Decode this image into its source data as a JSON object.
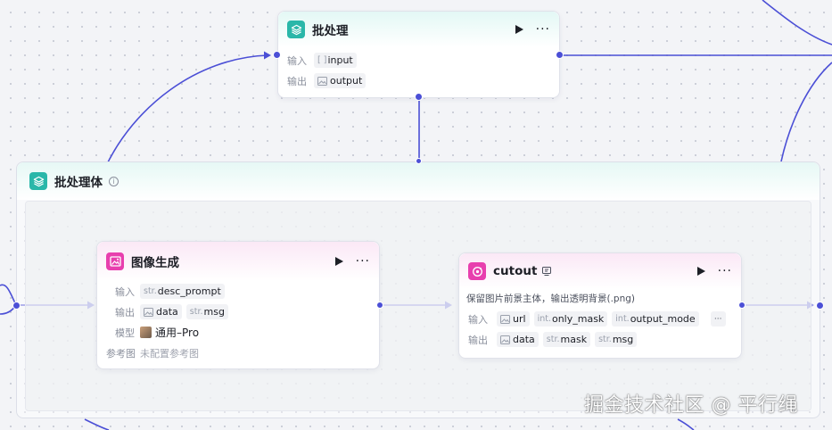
{
  "colors": {
    "edge": "#4b4fd6",
    "teal": "#2ab7a9",
    "pink": "#e83fae"
  },
  "batch_node": {
    "title": "批处理",
    "input_label": "输入",
    "output_label": "输出",
    "input_type": "[ ]",
    "input_name": "input",
    "output_name": "output",
    "icon": "layers-icon"
  },
  "group": {
    "title": "批处理体",
    "info": "i",
    "icon": "layers-icon"
  },
  "image_node": {
    "title": "图像生成",
    "input_label": "输入",
    "output_label": "输出",
    "model_label": "模型",
    "ref_label": "参考图",
    "inputs": [
      {
        "type": "str.",
        "name": "desc_prompt"
      }
    ],
    "outputs": [
      {
        "type": "",
        "name": "data"
      },
      {
        "type": "str.",
        "name": "msg"
      }
    ],
    "model_name": "通用–Pro",
    "ref_value": "未配置参考图",
    "icon": "image-icon"
  },
  "cutout_node": {
    "title": "cutout",
    "description": "保留图片前景主体，输出透明背景(.png)",
    "input_label": "输入",
    "output_label": "输出",
    "inputs": [
      {
        "type": "",
        "name": "url"
      },
      {
        "type": "int.",
        "name": "only_mask"
      },
      {
        "type": "int.",
        "name": "output_mode"
      }
    ],
    "more": "···",
    "outputs": [
      {
        "type": "",
        "name": "data"
      },
      {
        "type": "str.",
        "name": "mask"
      },
      {
        "type": "str.",
        "name": "msg"
      }
    ],
    "icon": "cutout-plugin-icon"
  },
  "actions": {
    "run": "",
    "more": "···"
  },
  "watermark": "掘金技术社区 @ 平行绳"
}
